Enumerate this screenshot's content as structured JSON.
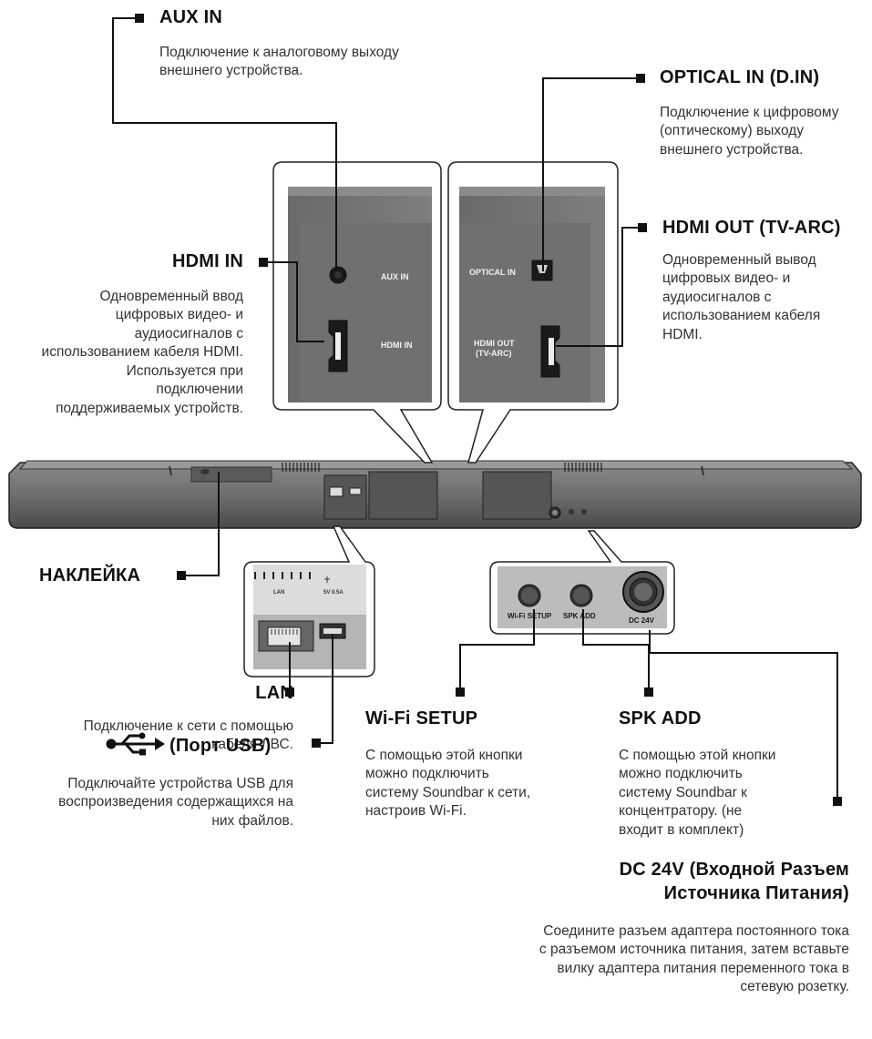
{
  "callouts": {
    "aux_in": {
      "title": "AUX IN",
      "desc": [
        "Подключение к аналоговому выходу",
        "внешнего устройства."
      ]
    },
    "optical_in": {
      "title": "OPTICAL IN (D.IN)",
      "desc": [
        "Подключение к цифровому",
        "(оптическому) выходу",
        "внешнего устройства."
      ]
    },
    "hdmi_out": {
      "title": "HDMI OUT (TV-ARC)",
      "desc": [
        "Одновременный вывод",
        "цифровых видео- и",
        "аудиосигналов с",
        "использованием кабеля",
        "HDMI."
      ]
    },
    "hdmi_in": {
      "title": "HDMI IN",
      "desc": [
        "Одновременный ввод",
        "цифровых видео- и",
        "аудиосигналов с",
        "использованием кабеля HDMI.",
        "Используется при",
        "подключении",
        "поддерживаемых устройств."
      ]
    },
    "sticker": {
      "title": "НАКЛЕЙКА"
    },
    "lan": {
      "title": "LAN",
      "desc": [
        "Подключение к сети с помощью",
        "кабеля ЛВС."
      ]
    },
    "usb": {
      "title": "(Порт USB)",
      "desc": [
        "Подключайте устройства USB для",
        "воспроизведения содержащихся на",
        "них файлов."
      ]
    },
    "wifi_setup": {
      "title": "Wi-Fi SETUP",
      "desc": [
        "С помощью этой кнопки",
        "можно подключить",
        "систему Soundbar к сети,",
        "настроив Wi-Fi."
      ]
    },
    "spk_add": {
      "title": "SPK ADD",
      "desc": [
        "С помощью этой кнопки",
        "можно подключить",
        "систему Soundbar к",
        "концентратору. (не",
        "входит в комплект)"
      ]
    },
    "dc_24v": {
      "title": [
        "DC 24V (Входной Разъем",
        "Источника Питания)"
      ],
      "desc": [
        "Соедините разъем адаптера постоянного тока",
        "с разъемом источника питания, затем вставьте",
        "вилку адаптера питания переменного тока в",
        "сетевую розетку."
      ]
    }
  },
  "panel_labels": {
    "aux_in": "AUX IN",
    "hdmi_in": "HDMI IN",
    "optical_in": "OPTICAL IN",
    "hdmi_out_1": "HDMI OUT",
    "hdmi_out_2": "(TV-ARC)",
    "lan": "LAN",
    "usb": "5V 0.5A",
    "wifi_setup": "Wi-Fi SETUP",
    "spk_add": "SPK ADD",
    "dc_24v": "DC 24V"
  },
  "icons": {
    "usb": "usb-icon"
  },
  "colors": {
    "leader": "#111111",
    "body": "#6b6b6b",
    "panel": "#7a7a7a",
    "text": "#333333",
    "heading": "#111111"
  }
}
